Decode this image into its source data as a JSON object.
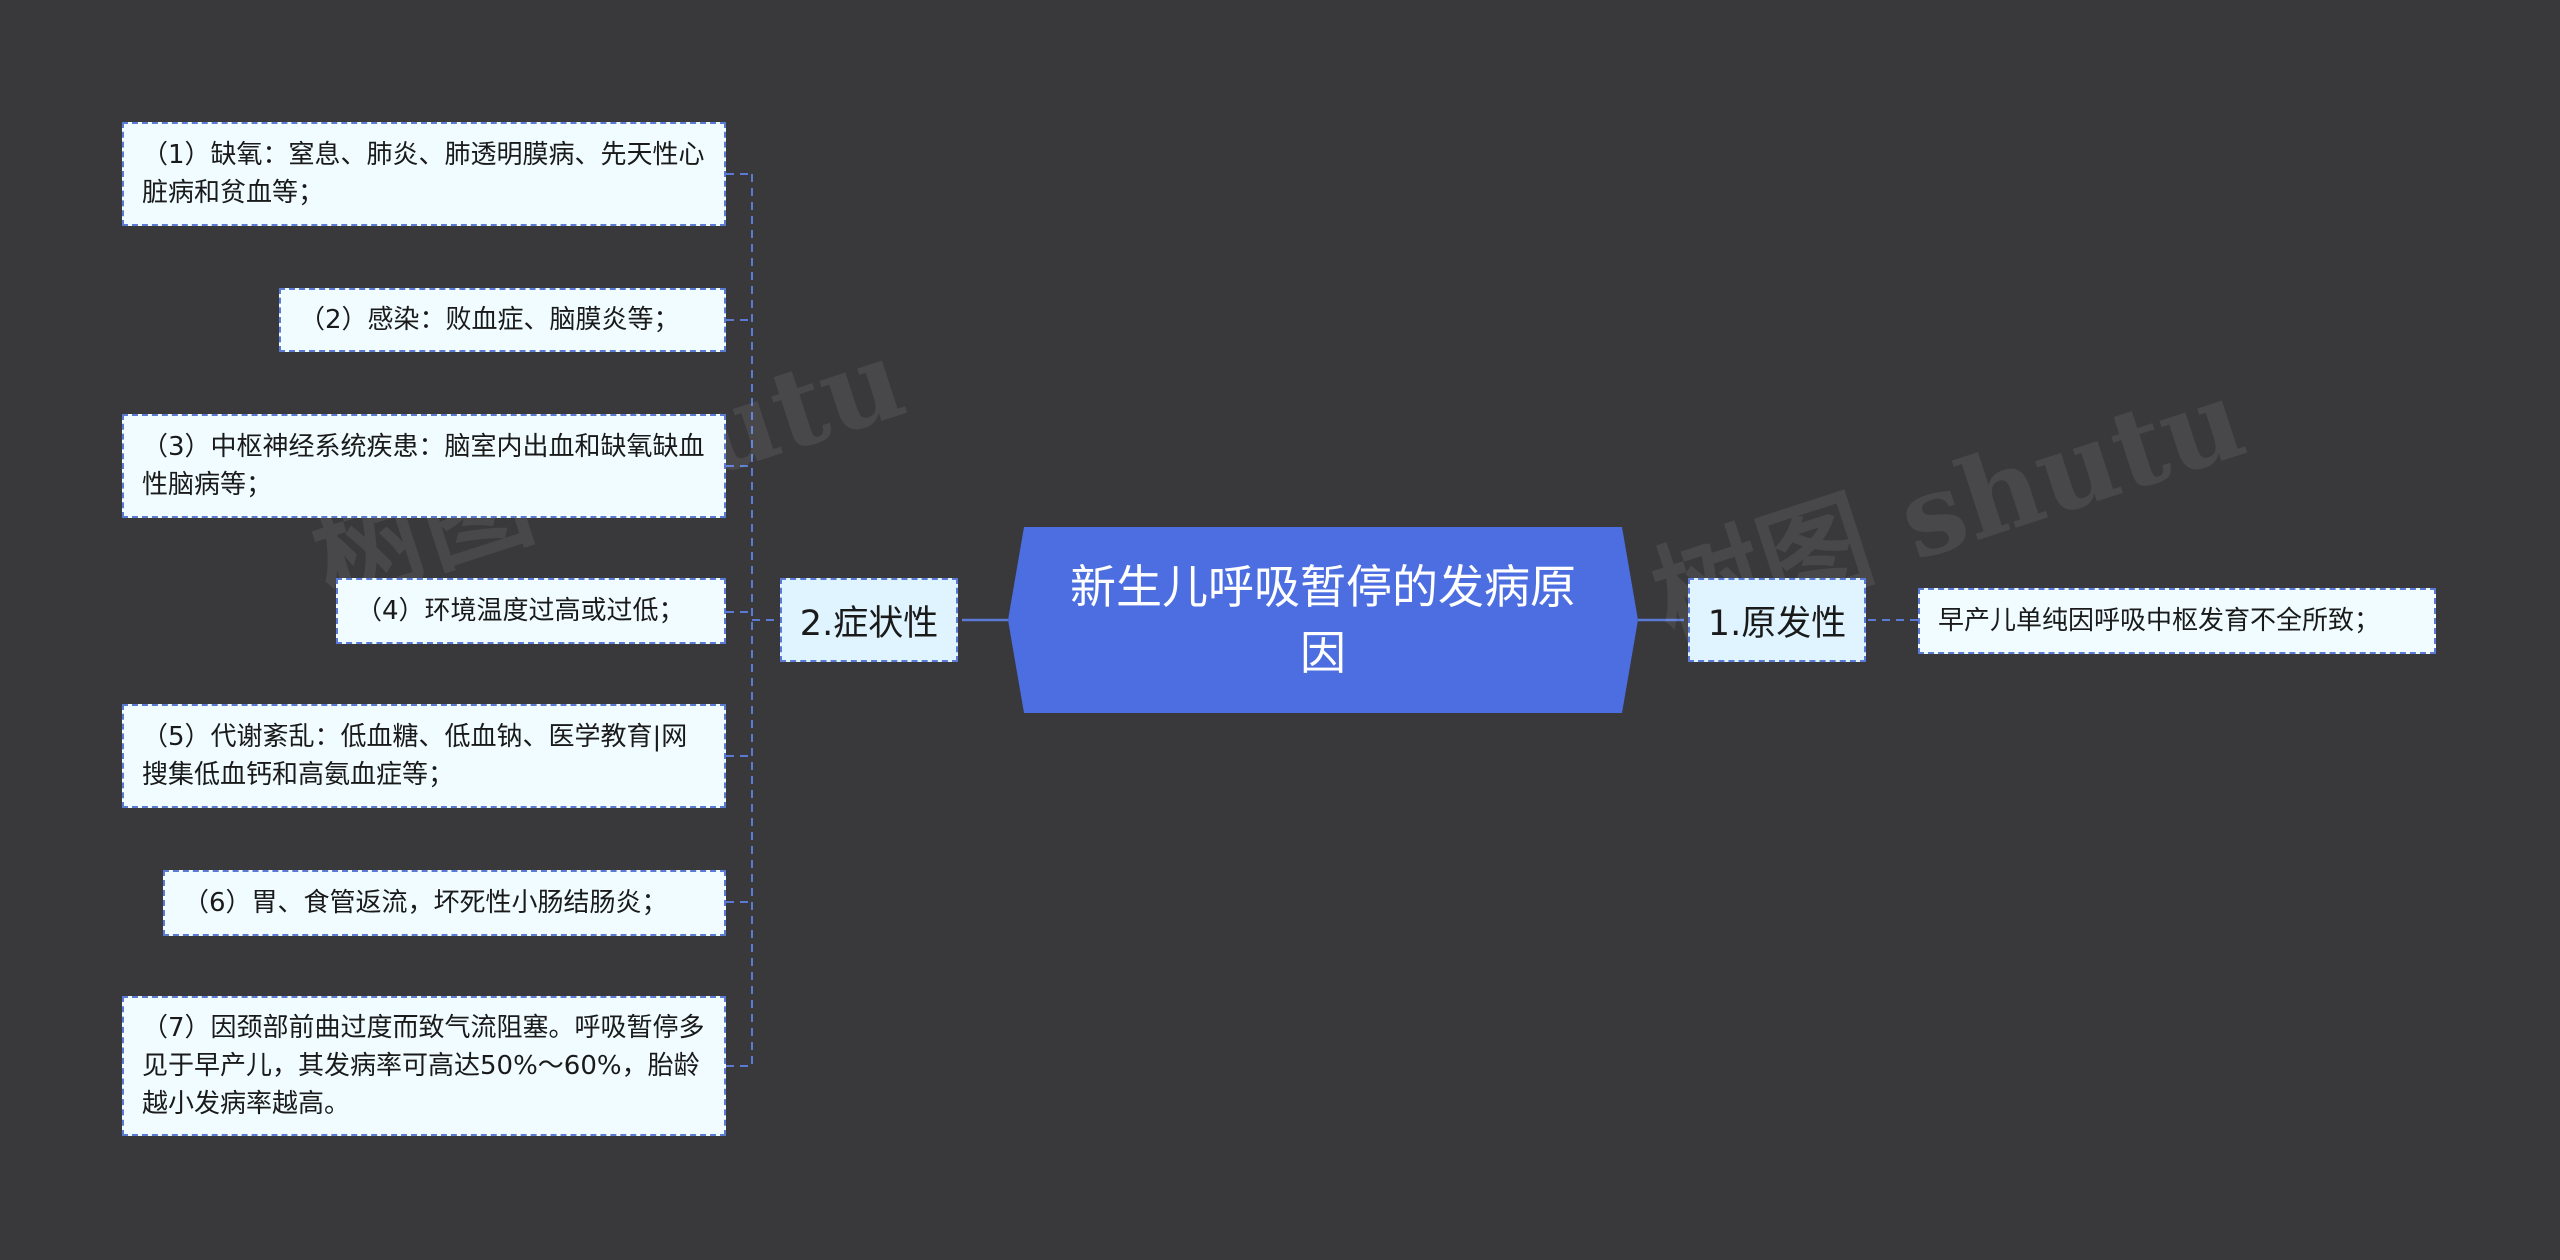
{
  "title": "新生儿呼吸暂停的发病原因",
  "watermark": "树图 shutu",
  "colors": {
    "background": "#39383b",
    "root_fill": "#4c6ee0",
    "branch_fill": "#dff4ff",
    "leaf_fill": "#f0fcff",
    "connector": "#5a7ad6"
  },
  "branches": {
    "left": {
      "label": "2.症状性",
      "items": [
        "（1）缺氧：窒息、肺炎、肺透明膜病、先天性心脏病和贫血等；",
        "（2）感染：败血症、脑膜炎等；",
        "（3）中枢神经系统疾患：脑室内出血和缺氧缺血性脑病等；",
        "（4）环境温度过高或过低；",
        "（5）代谢紊乱：低血糖、低血钠、医学教育|网搜集低血钙和高氨血症等；",
        "（6）胃、食管返流，坏死性小肠结肠炎；",
        "（7）因颈部前曲过度而致气流阻塞。呼吸暂停多见于早产儿，其发病率可高达50%～60%，胎龄越小发病率越高。"
      ]
    },
    "right": {
      "label": "1.原发性",
      "items": [
        "早产儿单纯因呼吸中枢发育不全所致；"
      ]
    }
  }
}
